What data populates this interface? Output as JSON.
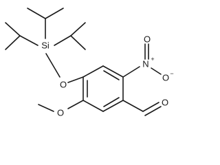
{
  "molecule": {
    "atoms": {
      "silicon": "Si",
      "silyl_ether_oxygen": "O",
      "methoxy_oxygen": "O",
      "nitro_nitrogen": "N",
      "nitro_plus_charge": "+",
      "nitro_oxygen_carbonyl": "O",
      "nitro_oxygen_anion": "O",
      "nitro_minus_charge": "−",
      "aldehyde_oxygen": "O"
    },
    "colors": {
      "bond": "#1a1a1a",
      "background": "#ffffff"
    }
  }
}
